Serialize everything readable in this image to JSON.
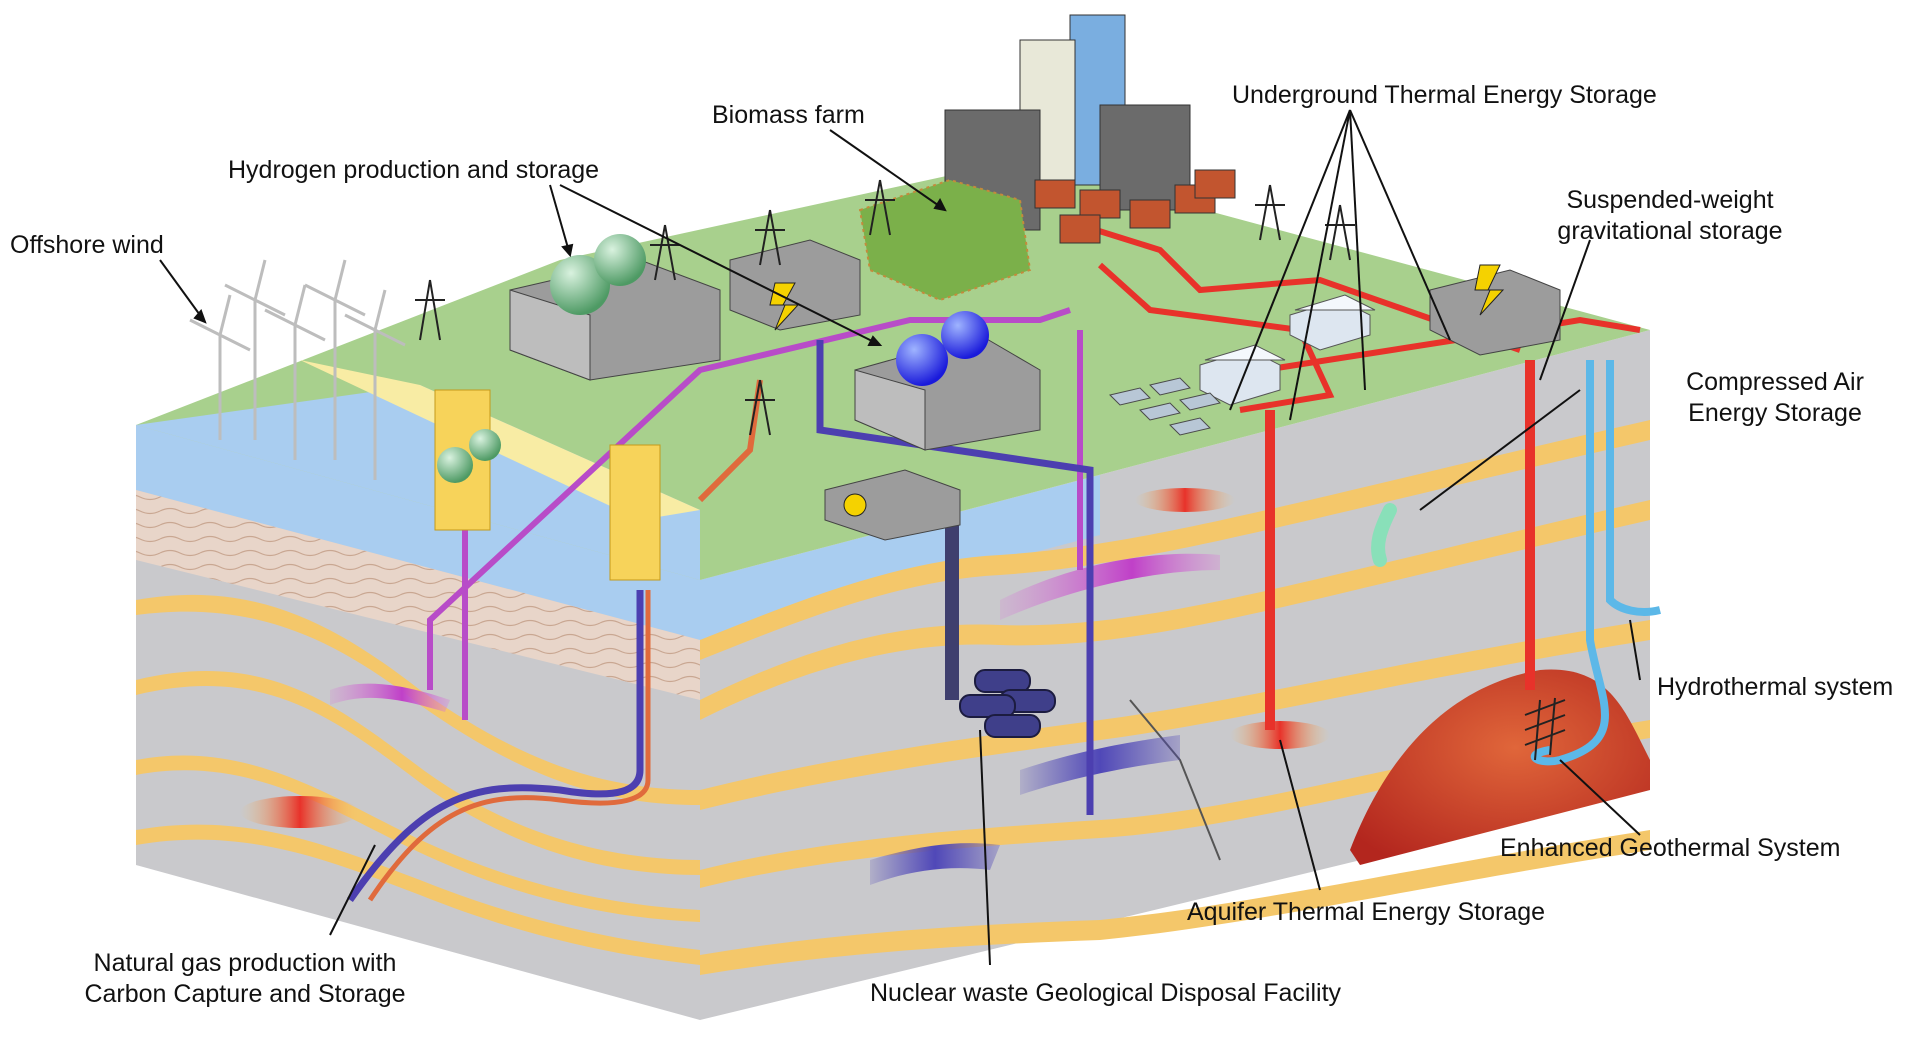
{
  "colors": {
    "ground": "#a8d08d",
    "sea": "#a9cdf0",
    "rock": "#c9c9cc",
    "sandstone": "#f4c76a",
    "hot_pipe": "#e8322a",
    "cold_pipe": "#5cb8e8",
    "co2_pipe": "#5048b8",
    "hydrogen_pipe": "#b84cc8",
    "magma": "#c0392b"
  },
  "labels": {
    "offshore_wind": "Offshore wind",
    "hydrogen": "Hydrogen production and storage",
    "biomass": "Biomass farm",
    "utes": "Underground Thermal Energy Storage",
    "gravity_line1": "Suspended-weight",
    "gravity_line2": "gravitational storage",
    "caes_line1": "Compressed Air",
    "caes_line2": "Energy Storage",
    "hydrothermal": "Hydrothermal system",
    "egs": "Enhanced Geothermal System",
    "ates": "Aquifer Thermal Energy Storage",
    "nuclear": "Nuclear waste Geological Disposal Facility",
    "ccs_line1": "Natural gas production with",
    "ccs_line2": "Carbon Capture and Storage"
  }
}
